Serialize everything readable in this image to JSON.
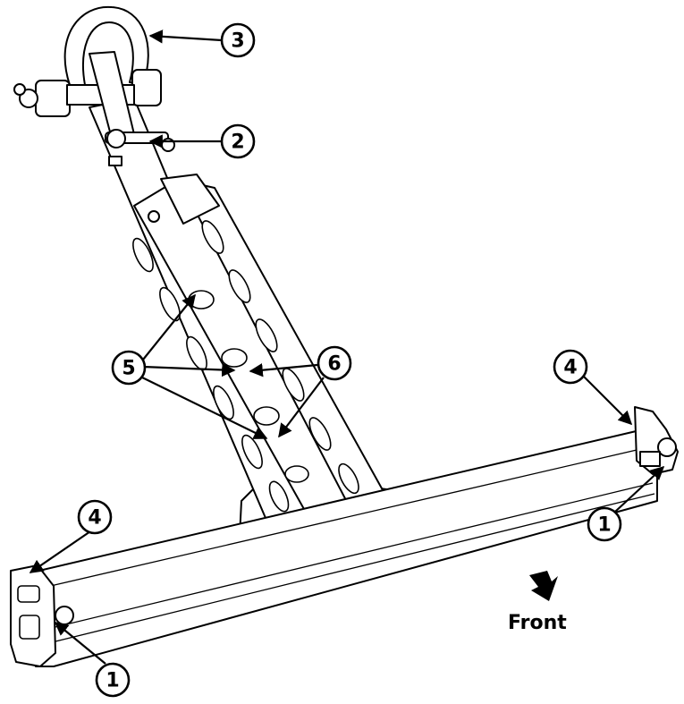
{
  "figure": {
    "front_label": "Front",
    "callouts": {
      "c1_left": "1",
      "c1_right": "1",
      "c2": "2",
      "c3": "3",
      "c4_left": "4",
      "c4_right": "4",
      "c5": "5",
      "c6": "6"
    }
  }
}
